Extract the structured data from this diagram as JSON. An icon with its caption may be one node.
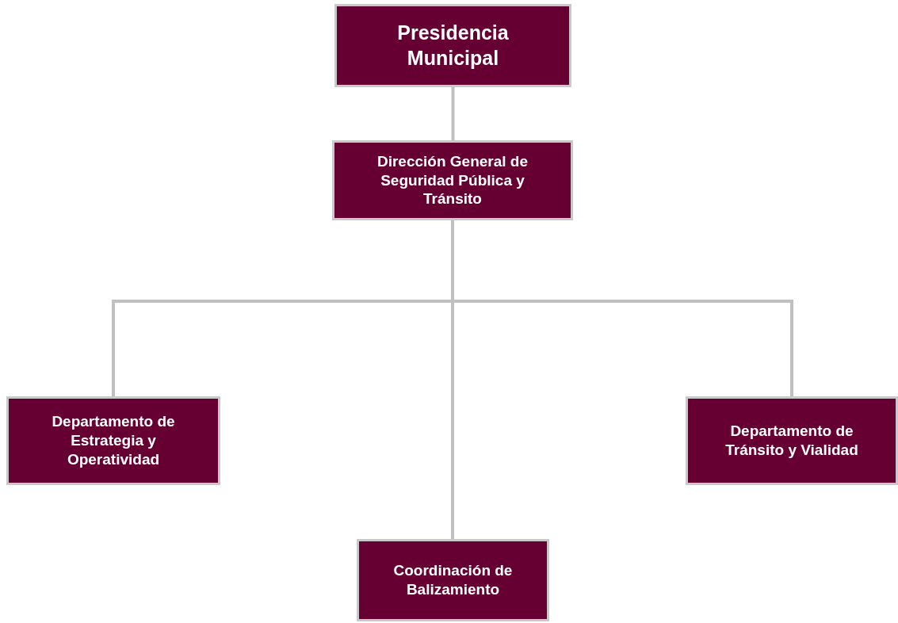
{
  "diagram": {
    "nodes": [
      {
        "text": [
          "Presidencia Municipal"
        ]
      },
      {
        "text": [
          "Dirección General de Seguridad Pública y Tránsito"
        ]
      },
      {
        "text": [
          "Departamento de Estrategia y Operatividad"
        ]
      },
      {
        "text": [
          "Departamento de Tránsito y Vialidad"
        ]
      },
      {
        "text": [
          "Coordinación de Balizamiento"
        ]
      }
    ],
    "edges": [
      {
        "from": 0,
        "to": 1,
        "arrow": "none"
      },
      {
        "from": 1,
        "to": 2,
        "arrow": "none"
      },
      {
        "from": 1,
        "to": 4,
        "arrow": "none"
      },
      {
        "from": 1,
        "to": 3,
        "arrow": "none"
      }
    ]
  }
}
